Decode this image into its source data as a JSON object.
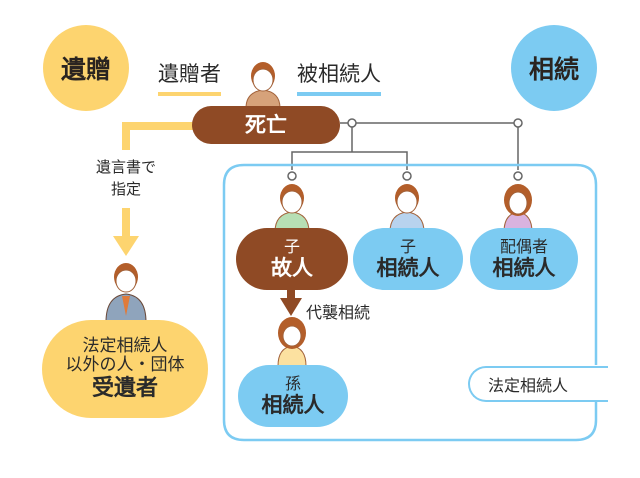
{
  "colors": {
    "bequest": "#fdd46f",
    "inheritance": "#7ccbf2",
    "death": "#8f4a25",
    "line": "#666666"
  },
  "header": {
    "bequest_circle": "遺贈",
    "inheritance_circle": "相続",
    "testator_label": "遺贈者",
    "decedent_label": "被相続人"
  },
  "death_bar": {
    "label": "死亡"
  },
  "will_path": {
    "label_line1": "遺言書で",
    "label_line2": "指定"
  },
  "legatee": {
    "line1": "法定相続人",
    "line2": "以外の人・団体",
    "title": "受遺者"
  },
  "heirs": [
    {
      "role": "子",
      "status": "故人",
      "icon": "person-green-shirt-icon"
    },
    {
      "role": "子",
      "status": "相続人",
      "icon": "person-blue-shirt-icon"
    },
    {
      "role": "配偶者",
      "status": "相続人",
      "icon": "person-female-icon"
    }
  ],
  "substitution_label": "代襲相続",
  "grandchild": {
    "role": "孫",
    "status": "相続人",
    "icon": "person-girl-icon"
  },
  "legal_heirs_tag": "法定相続人"
}
